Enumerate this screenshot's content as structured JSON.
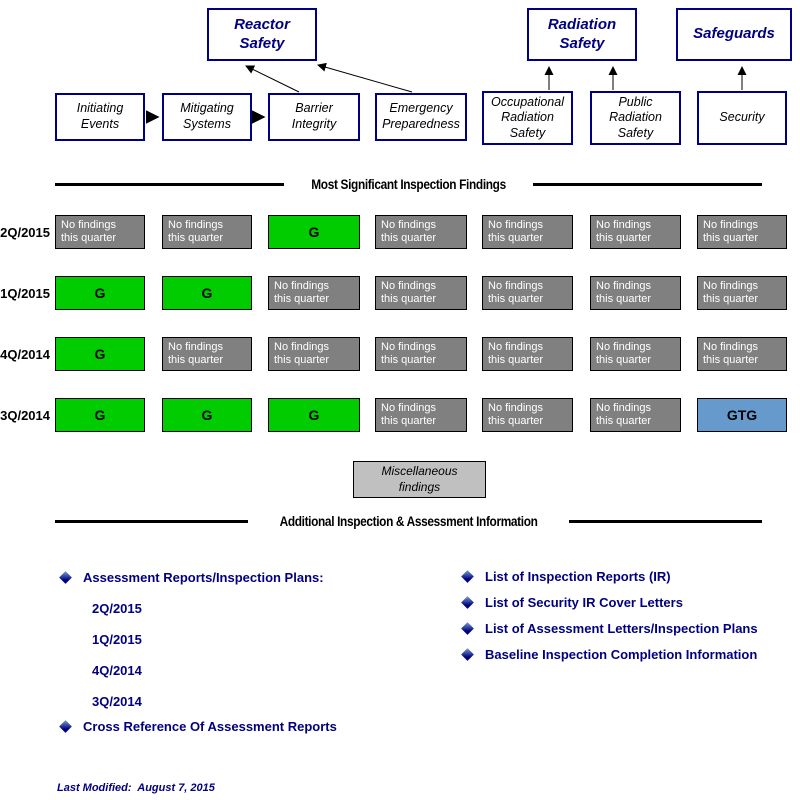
{
  "strategic_areas": [
    {
      "label": "Reactor\nSafety"
    },
    {
      "label": "Radiation\nSafety"
    },
    {
      "label": "Safeguards"
    }
  ],
  "cornerstones": [
    {
      "label": "Initiating\nEvents"
    },
    {
      "label": "Mitigating\nSystems"
    },
    {
      "label": "Barrier\nIntegrity"
    },
    {
      "label": "Emergency\nPreparedness"
    },
    {
      "label": "Occupational\nRadiation\nSafety"
    },
    {
      "label": "Public\nRadiation\nSafety"
    },
    {
      "label": "Security"
    }
  ],
  "sections": {
    "findings_heading": "Most Significant Inspection Findings",
    "additional_heading": "Additional Inspection & Assessment Information"
  },
  "findings_grid": {
    "no_findings_label": "No findings\nthis quarter",
    "rows": [
      {
        "quarter": "2Q/2015",
        "cells": [
          "none",
          "none",
          "G",
          "none",
          "none",
          "none",
          "none"
        ]
      },
      {
        "quarter": "1Q/2015",
        "cells": [
          "G",
          "G",
          "none",
          "none",
          "none",
          "none",
          "none"
        ]
      },
      {
        "quarter": "4Q/2014",
        "cells": [
          "G",
          "none",
          "none",
          "none",
          "none",
          "none",
          "none"
        ]
      },
      {
        "quarter": "3Q/2014",
        "cells": [
          "G",
          "G",
          "G",
          "none",
          "none",
          "none",
          "GTG"
        ]
      }
    ]
  },
  "misc_box": {
    "label": "Miscellaneous\nfindings"
  },
  "links": {
    "left": {
      "assessment_header": "Assessment Reports/Inspection Plans:",
      "quarters": [
        "2Q/2015",
        "1Q/2015",
        "4Q/2014",
        "3Q/2014"
      ],
      "cross_reference": "Cross Reference Of Assessment Reports"
    },
    "right": [
      "List of Inspection Reports (IR)",
      "List of Security IR Cover Letters",
      "List of Assessment Letters/Inspection Plans",
      "Baseline Inspection Completion Information"
    ]
  },
  "footer": {
    "last_modified": "Last Modified:  August 7, 2015"
  },
  "colors": {
    "navy": "#000080",
    "green": "#00cc00",
    "gray_cell": "#808080",
    "blue_cell": "#6699cc",
    "light_gray": "#c0c0c0"
  }
}
